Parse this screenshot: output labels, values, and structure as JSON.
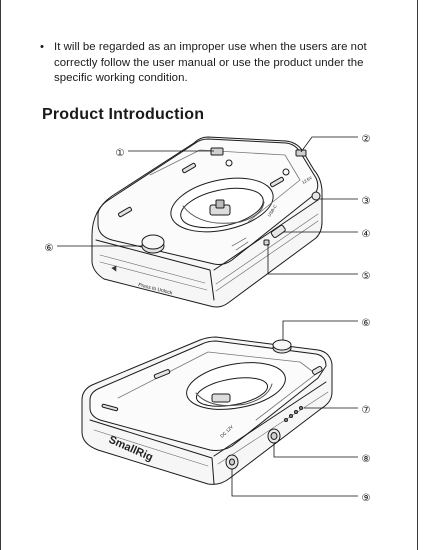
{
  "notice": {
    "bullet": "•",
    "text": "It will be regarded as an improper use when the users are not correctly follow the user manual or use the product under the specific working condition."
  },
  "section_title": "Product Introduction",
  "device_labels": {
    "press_to_unlock": "Press to Unlock",
    "brand": "SmallRig",
    "dc_in": "DC 12V",
    "usb_c": "USB-C",
    "top_right": "12.6V"
  },
  "callouts": [
    "①",
    "②",
    "③",
    "④",
    "⑤",
    "⑥",
    "⑥",
    "⑦",
    "⑧",
    "⑨"
  ]
}
